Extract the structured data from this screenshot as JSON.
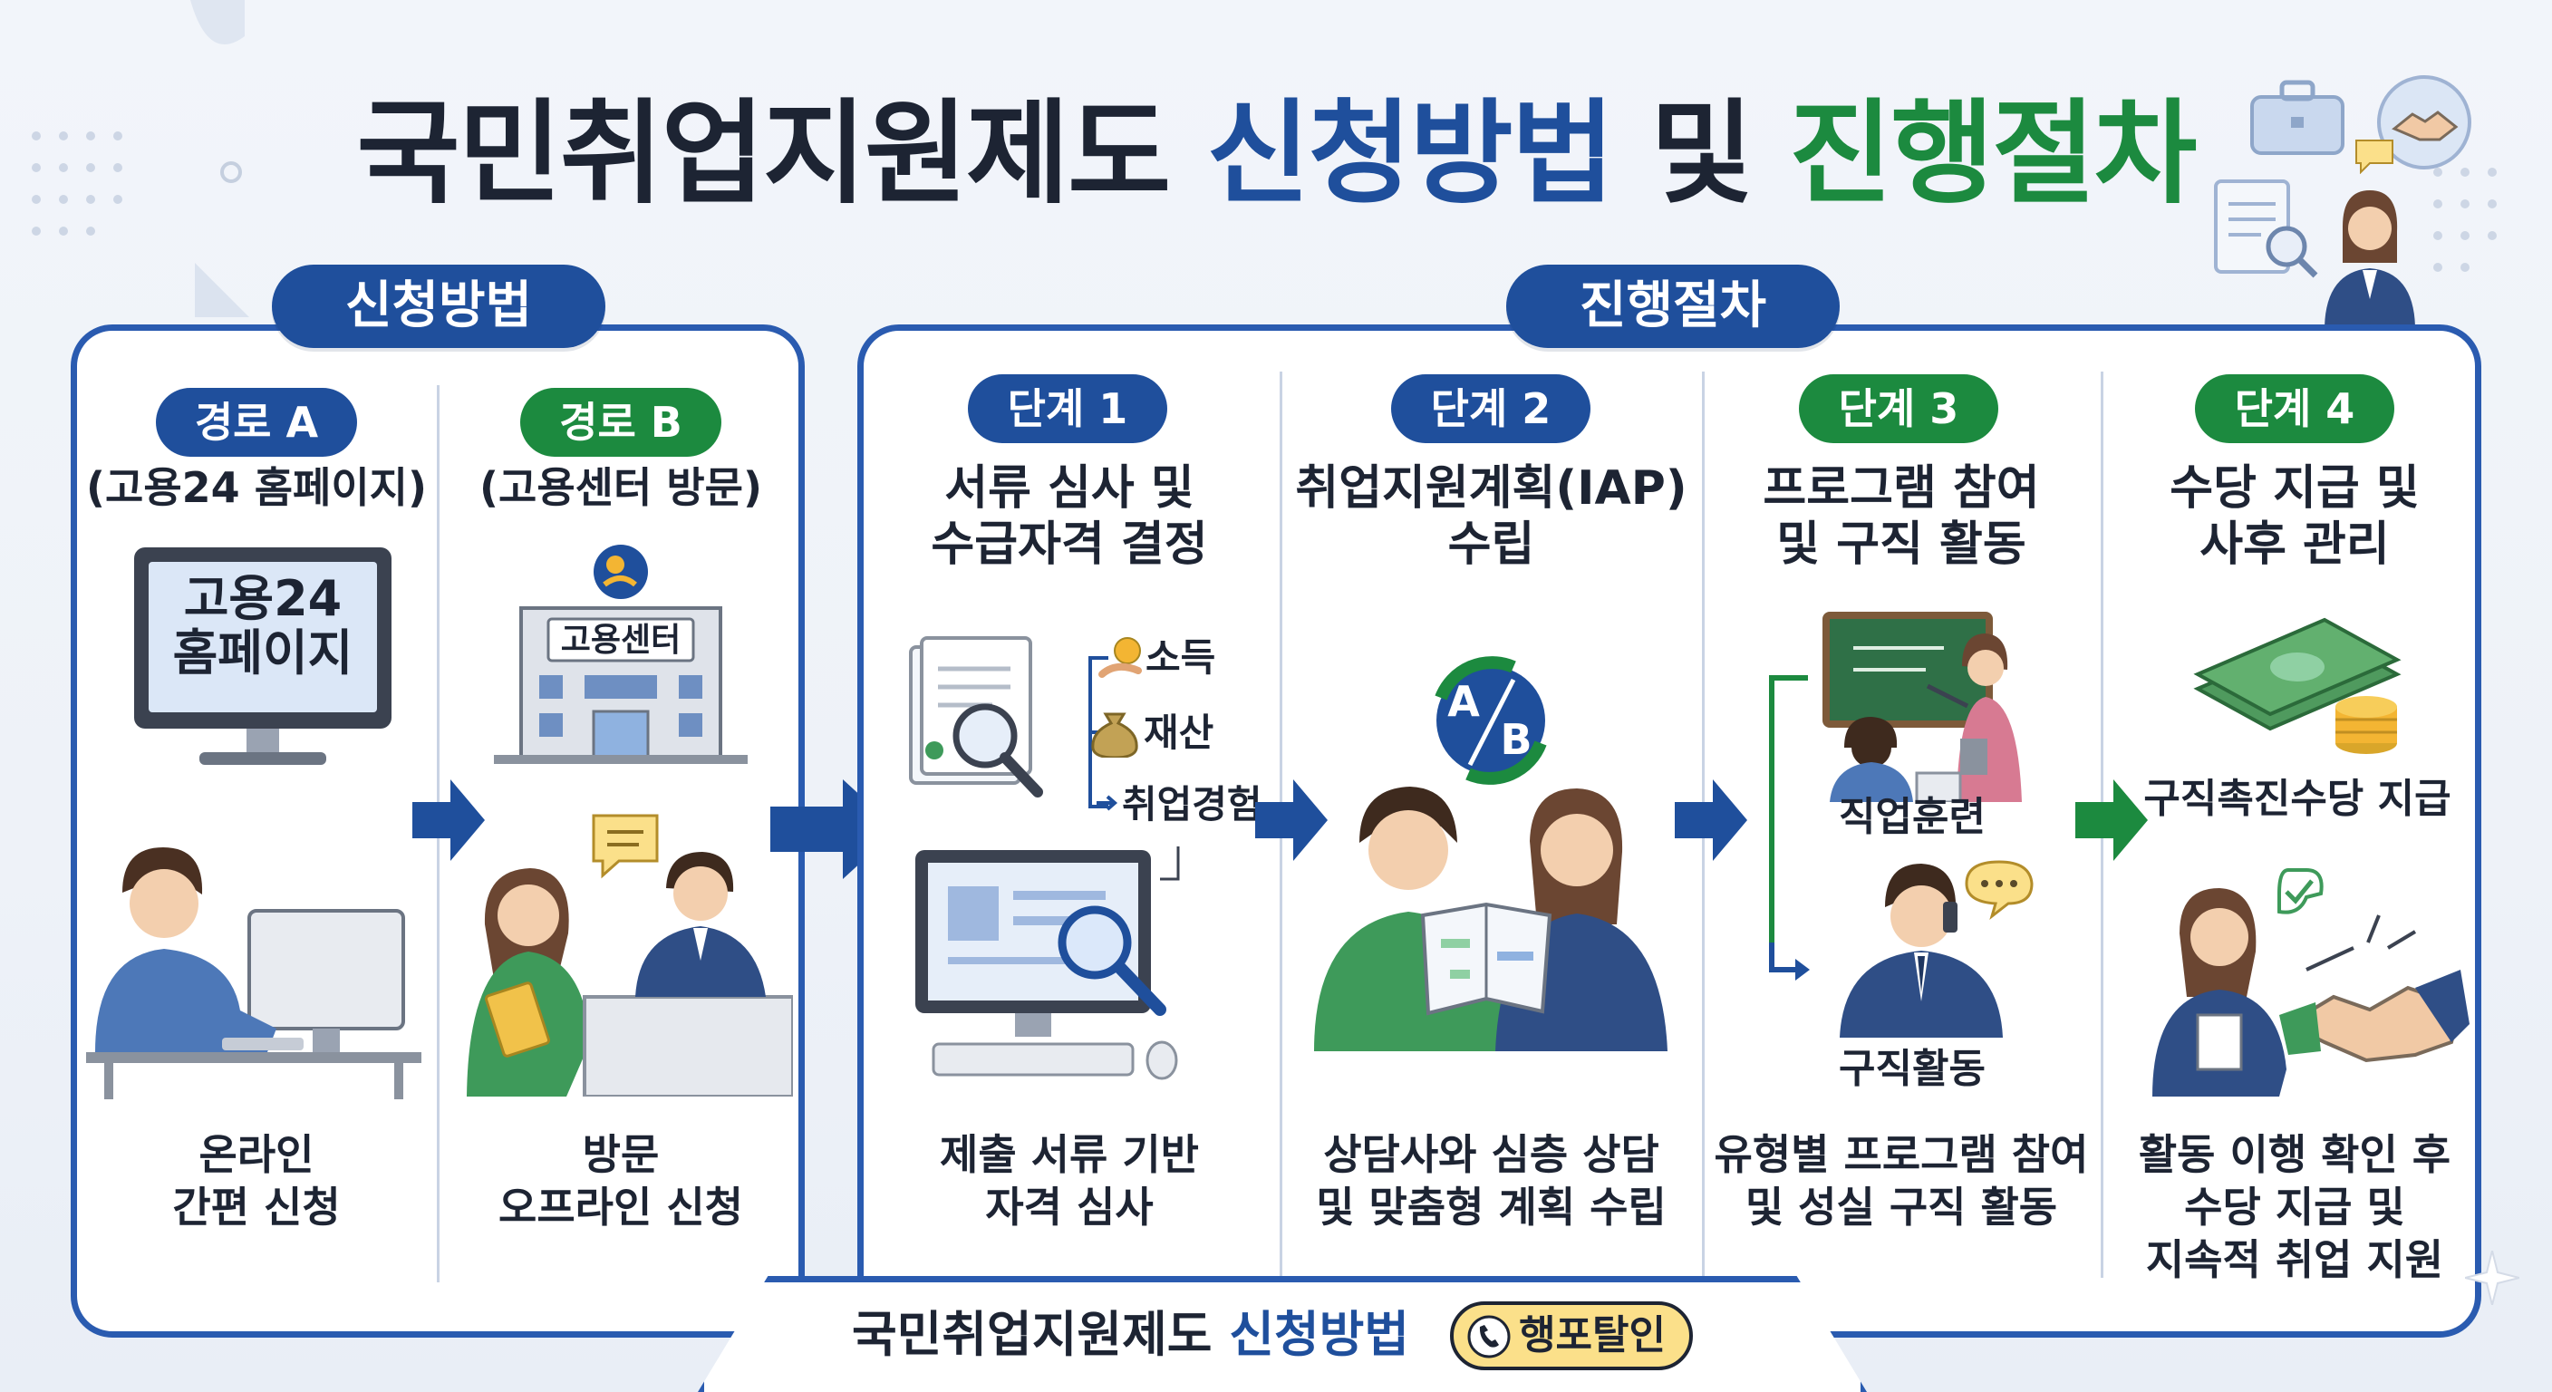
{
  "title": {
    "part1": "국민취업지원제도",
    "part2": "신청방법",
    "part3": "및",
    "part4": "진행절차"
  },
  "apply": {
    "header": "신청방법",
    "route_a": {
      "pill": "경로 A",
      "sub": "(고용24 홈페이지)",
      "screen_line1": "고용24",
      "screen_line2": "홈페이지",
      "desc_line1": "온라인",
      "desc_line2": "간편 신청"
    },
    "route_b": {
      "pill": "경로 B",
      "sub": "(고용센터 방문)",
      "building_sign": "고용센터",
      "desc_line1": "방문",
      "desc_line2": "오프라인 신청"
    }
  },
  "process": {
    "header": "진행절차",
    "steps": [
      {
        "pill": "단계 1",
        "title_line1": "서류 심사 및",
        "title_line2": "수급자격 결정",
        "criteria": [
          "소득",
          "재산",
          "취업경험"
        ],
        "desc_line1": "제출 서류 기반",
        "desc_line2": "자격 심사"
      },
      {
        "pill": "단계 2",
        "title_line1": "취업지원계획(IAP)",
        "title_line2": "수립",
        "badge_a": "A",
        "badge_b": "B",
        "desc_line1": "상담사와 심층 상담",
        "desc_line2": "및 맞춤형 계획 수립"
      },
      {
        "pill": "단계 3",
        "title_line1": "프로그램 참여",
        "title_line2": "및 구직 활동",
        "branch_1": "직업훈련",
        "branch_2": "구직활동",
        "desc_line1": "유형별 프로그램 참여",
        "desc_line2": "및 성실 구직 활동"
      },
      {
        "pill": "단계 4",
        "title_line1": "수당 지급 및",
        "title_line2": "사후 관리",
        "payout_label": "구직촉진수당 지급",
        "desc_line1": "활동 이행 확인 후",
        "desc_line2": "수당 지급 및",
        "desc_line3": "지속적 취업 지원"
      }
    ]
  },
  "footer": {
    "text_part1": "국민취업지원제도",
    "text_part2": "신청방법",
    "badge": "행포탈인"
  },
  "colors": {
    "primary_blue": "#1f4f9c",
    "primary_green": "#1c8a3f"
  }
}
